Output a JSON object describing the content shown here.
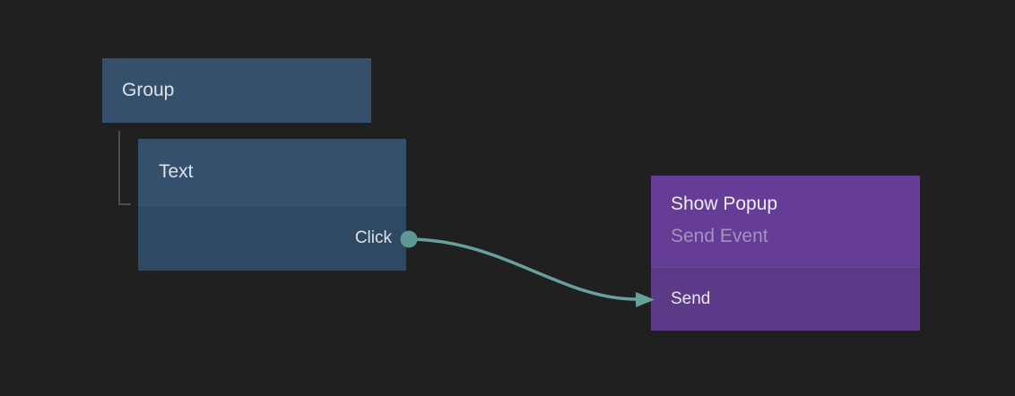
{
  "canvas": {
    "background": "#202020",
    "hierarchy_connector_color": "#4d4d4f"
  },
  "nodes": {
    "group": {
      "title": "Group",
      "background": "#34506c",
      "title_color": "#dde2e8"
    },
    "text": {
      "title": "Text",
      "header_background": "#35506c",
      "body_background": "#2f4963",
      "output_port": {
        "label": "Click",
        "dot_color": "#5d9894"
      }
    },
    "show_popup": {
      "title": "Show Popup",
      "subtitle": "Send Event",
      "header_background": "#653c96",
      "body_background": "#5c3a87",
      "subtitle_color": "#a394be",
      "input_port": {
        "label": "Send"
      }
    }
  },
  "connection": {
    "color": "#68a19c"
  }
}
